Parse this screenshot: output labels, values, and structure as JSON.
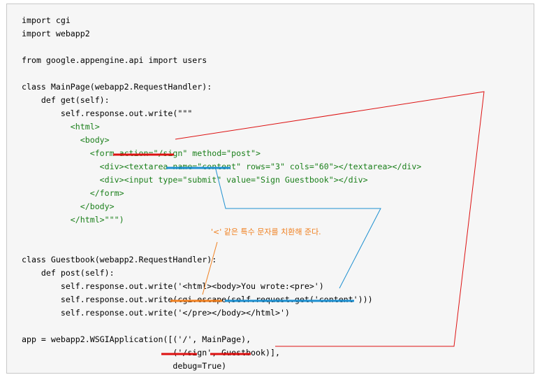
{
  "code_lines": [
    "import cgi",
    "import webapp2",
    "",
    "from google.appengine.api import users",
    "",
    "class MainPage(webapp2.RequestHandler):",
    "    def get(self):",
    "        self.response.out.write(\"\"\"",
    "          <html>",
    "            <body>",
    "              <form action=\"/sign\" method=\"post\">",
    "                <div><textarea name=\"content\" rows=\"3\" cols=\"60\"></textarea></div>",
    "                <div><input type=\"submit\" value=\"Sign Guestbook\"></div>",
    "              </form>",
    "            </body>",
    "          </html>\"\"\")",
    "",
    "",
    "class Guestbook(webapp2.RequestHandler):",
    "    def post(self):",
    "        self.response.out.write('<html><body>You wrote:<pre>')",
    "        self.response.out.write(cgi.escape(self.request.get('content')))",
    "        self.response.out.write('</pre></body></html>')",
    "",
    "app = webapp2.WSGIApplication([('/', MainPage),",
    "                               ('/sign', Guestbook)],",
    "                               debug=True)"
  ],
  "annotation_note": "'<' 같은 특수 문자를 치환해 준다.",
  "colors": {
    "red": "#dd1111",
    "blue": "#1e90d0",
    "orange": "#f08020",
    "string_green": "#1a7f1a"
  }
}
